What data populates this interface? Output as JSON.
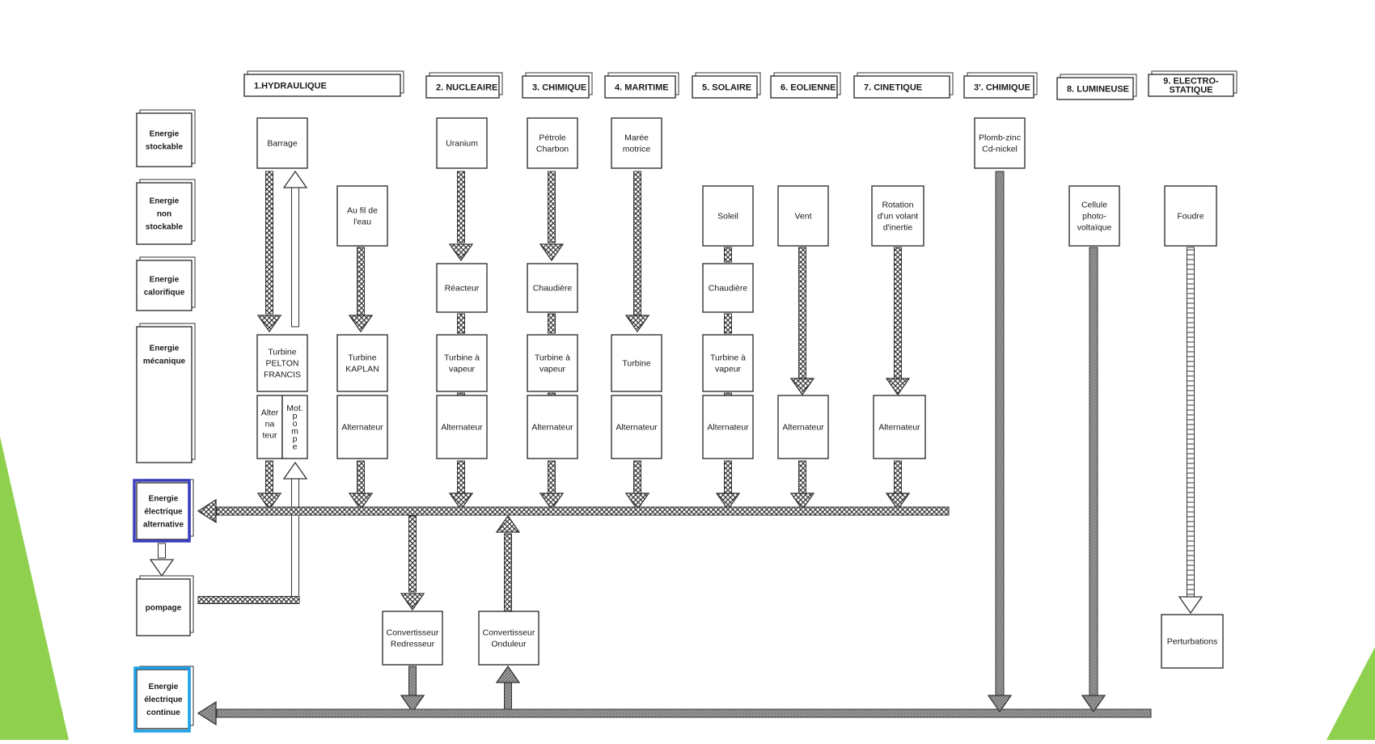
{
  "colors": {
    "accent_green": "#8fd14f",
    "frame_alternative": "#3a3fbf",
    "frame_continue": "#1ea1e6",
    "line": "#333333"
  },
  "headers": [
    {
      "id": "h1",
      "label": "1.HYDRAULIQUE"
    },
    {
      "id": "h2",
      "label": "2. NUCLEAIRE"
    },
    {
      "id": "h3",
      "label": "3. CHIMIQUE"
    },
    {
      "id": "h4",
      "label": "4. MARITIME"
    },
    {
      "id": "h5",
      "label": "5. SOLAIRE"
    },
    {
      "id": "h6",
      "label": "6. EOLIENNE"
    },
    {
      "id": "h7",
      "label": "7. CINETIQUE"
    },
    {
      "id": "h8",
      "label": "3'. CHIMIQUE"
    },
    {
      "id": "h9",
      "label": "8. LUMINEUSE"
    },
    {
      "id": "h10",
      "label": [
        "9. ELECTRO-",
        "STATIQUE"
      ]
    }
  ],
  "categories": [
    {
      "id": "c1",
      "label": [
        "Energie",
        "stockable"
      ]
    },
    {
      "id": "c2",
      "label": [
        "Energie",
        "non",
        "stockable"
      ]
    },
    {
      "id": "c3",
      "label": [
        "Energie",
        "calorifique"
      ]
    },
    {
      "id": "c4",
      "label": [
        "Energie",
        "mécanique"
      ]
    },
    {
      "id": "c5",
      "label": [
        "Energie",
        "électrique",
        "alternative"
      ]
    },
    {
      "id": "c6",
      "label": [
        "pompage"
      ]
    },
    {
      "id": "c7",
      "label": [
        "Energie",
        "électrique",
        "continue"
      ]
    }
  ],
  "nodes": [
    {
      "id": "barrage",
      "label": [
        "Barrage"
      ]
    },
    {
      "id": "fil_eau",
      "label": [
        "Au fil de",
        "l'eau"
      ]
    },
    {
      "id": "uranium",
      "label": [
        "Uranium"
      ]
    },
    {
      "id": "petrole",
      "label": [
        "Pétrole",
        "Charbon"
      ]
    },
    {
      "id": "maree",
      "label": [
        "Marée",
        "motrice"
      ]
    },
    {
      "id": "soleil",
      "label": [
        "Soleil"
      ]
    },
    {
      "id": "vent",
      "label": [
        "Vent"
      ]
    },
    {
      "id": "volant",
      "label": [
        "Rotation",
        "d'un volant",
        "d'inertie"
      ]
    },
    {
      "id": "plomb",
      "label": [
        "Plomb-zinc",
        "Cd-nickel"
      ]
    },
    {
      "id": "cellule",
      "label": [
        "Cellule",
        "photo-",
        "voltaïque"
      ]
    },
    {
      "id": "foudre",
      "label": [
        "Foudre"
      ]
    },
    {
      "id": "reacteur",
      "label": [
        "Réacteur"
      ]
    },
    {
      "id": "chaudiere1",
      "label": [
        "Chaudière"
      ]
    },
    {
      "id": "chaudiere2",
      "label": [
        "Chaudière"
      ]
    },
    {
      "id": "t_pelton",
      "label": [
        "Turbine",
        "PELTON",
        "FRANCIS"
      ]
    },
    {
      "id": "t_kaplan",
      "label": [
        "Turbine",
        "KAPLAN"
      ]
    },
    {
      "id": "t_vap1",
      "label": [
        "Turbine à",
        "vapeur"
      ]
    },
    {
      "id": "t_vap2",
      "label": [
        "Turbine à",
        "vapeur"
      ]
    },
    {
      "id": "t_mar",
      "label": [
        "Turbine"
      ]
    },
    {
      "id": "t_vap3",
      "label": [
        "Turbine à",
        "vapeur"
      ]
    },
    {
      "id": "altern_hyd",
      "label": [
        "Alter",
        "na",
        "teur"
      ]
    },
    {
      "id": "mot_pompe",
      "label": [
        "Mot.",
        "p",
        "o",
        "m",
        "p",
        "e"
      ]
    },
    {
      "id": "alt1",
      "label": [
        "Alternateur"
      ]
    },
    {
      "id": "alt2",
      "label": [
        "Alternateur"
      ]
    },
    {
      "id": "alt3",
      "label": [
        "Alternateur"
      ]
    },
    {
      "id": "alt4",
      "label": [
        "Alternateur"
      ]
    },
    {
      "id": "alt5",
      "label": [
        "Alternateur"
      ]
    },
    {
      "id": "alt6",
      "label": [
        "Alternateur"
      ]
    },
    {
      "id": "alt7",
      "label": [
        "Alternateur"
      ]
    },
    {
      "id": "conv_red",
      "label": [
        "Convertisseur",
        "Redresseur"
      ]
    },
    {
      "id": "conv_ond",
      "label": [
        "Convertisseur",
        "Onduleur"
      ]
    },
    {
      "id": "perturb",
      "label": [
        "Perturbations"
      ]
    }
  ]
}
